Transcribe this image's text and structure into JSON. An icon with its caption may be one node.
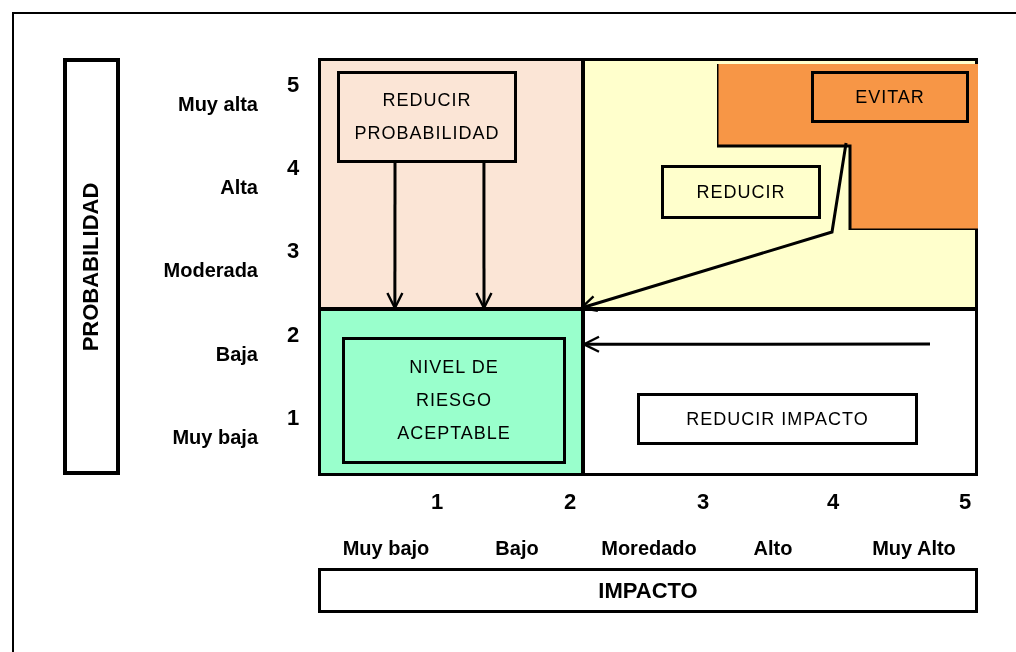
{
  "diagram": {
    "nodes": [
      {
        "text": [
          "PROBABILIDAD"
        ]
      },
      {
        "text": [],
        "shape": "box"
      },
      {
        "text": [
          "REDUCIR PROBABILIDAD"
        ],
        "in": 1
      },
      {
        "text": [],
        "shape": "box"
      },
      {
        "text": [],
        "shape": "box",
        "in": 3
      },
      {
        "text": [
          "EVITAR"
        ],
        "in": 4
      },
      {
        "text": [
          "REDUCIR"
        ],
        "in": 3
      },
      {
        "text": [],
        "shape": "box"
      },
      {
        "text": [
          "NIVEL DE RIESGO ACEPTABLE"
        ],
        "in": 7
      },
      {
        "text": [],
        "shape": "box"
      },
      {
        "text": [
          "REDUCIR IMPACTO"
        ],
        "in": 9
      },
      {
        "text": [
          "IMPACTO"
        ]
      }
    ],
    "edges": [
      {
        "from": 2,
        "to": 7,
        "arrow": "to"
      },
      {
        "from": 2,
        "to": 7,
        "arrow": "to"
      },
      {
        "from": 4,
        "to": 7,
        "arrow": "to"
      },
      {
        "from": null,
        "to": 7,
        "arrow": "to"
      }
    ],
    "labels": [
      "5",
      "Muy alta",
      "4",
      "Alta",
      "3",
      "Moderada",
      "2",
      "Baja",
      "1",
      "Muy baja",
      "1",
      "2",
      "3",
      "4",
      "5",
      "Muy bajo",
      "Bajo",
      "Moredado",
      "Alto",
      "Muy Alto"
    ]
  }
}
